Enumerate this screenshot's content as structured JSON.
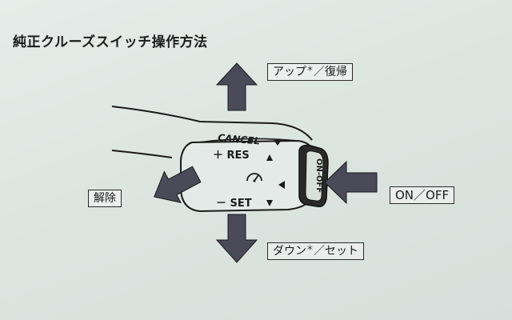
{
  "title": "純正クルーズスイッチ操作方法",
  "labels": {
    "up_main": "アップ",
    "up_sep": "／",
    "up_sub": "復帰",
    "down_main": "ダウン",
    "down_sep": "／",
    "down_sub": "セット",
    "asterisk": "＊",
    "left": "解除",
    "right": "ON／OFF"
  },
  "lever": {
    "cancel": "CANCEL",
    "res": "＋ RES",
    "set": "－ SET",
    "onoff": "ON-OFF"
  },
  "colors": {
    "arrow": "#4a4a58",
    "outline": "#1a1a1a",
    "background": "#dfe6e2"
  }
}
